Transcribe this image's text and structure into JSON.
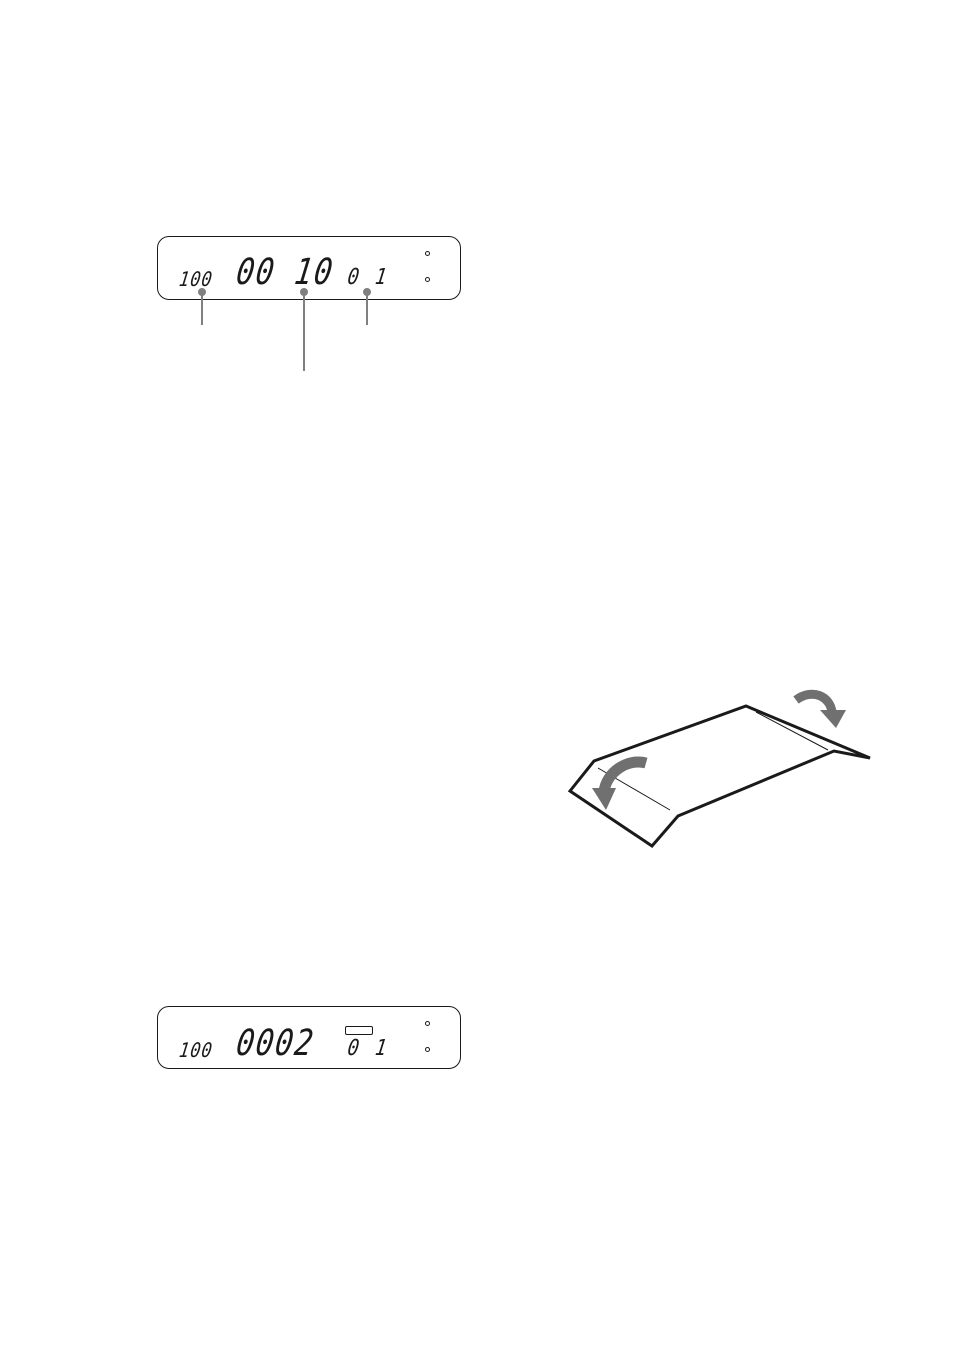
{
  "display_top": {
    "left_counter": "100",
    "main_counter": "00 10",
    "right_counter": "0 1"
  },
  "display_bottom": {
    "left_counter": "100",
    "main_counter": "0002",
    "right_counter": "0 1"
  },
  "illustration": {
    "fold_arrow_color": "#707070",
    "outline_color": "#1a1a1a"
  }
}
